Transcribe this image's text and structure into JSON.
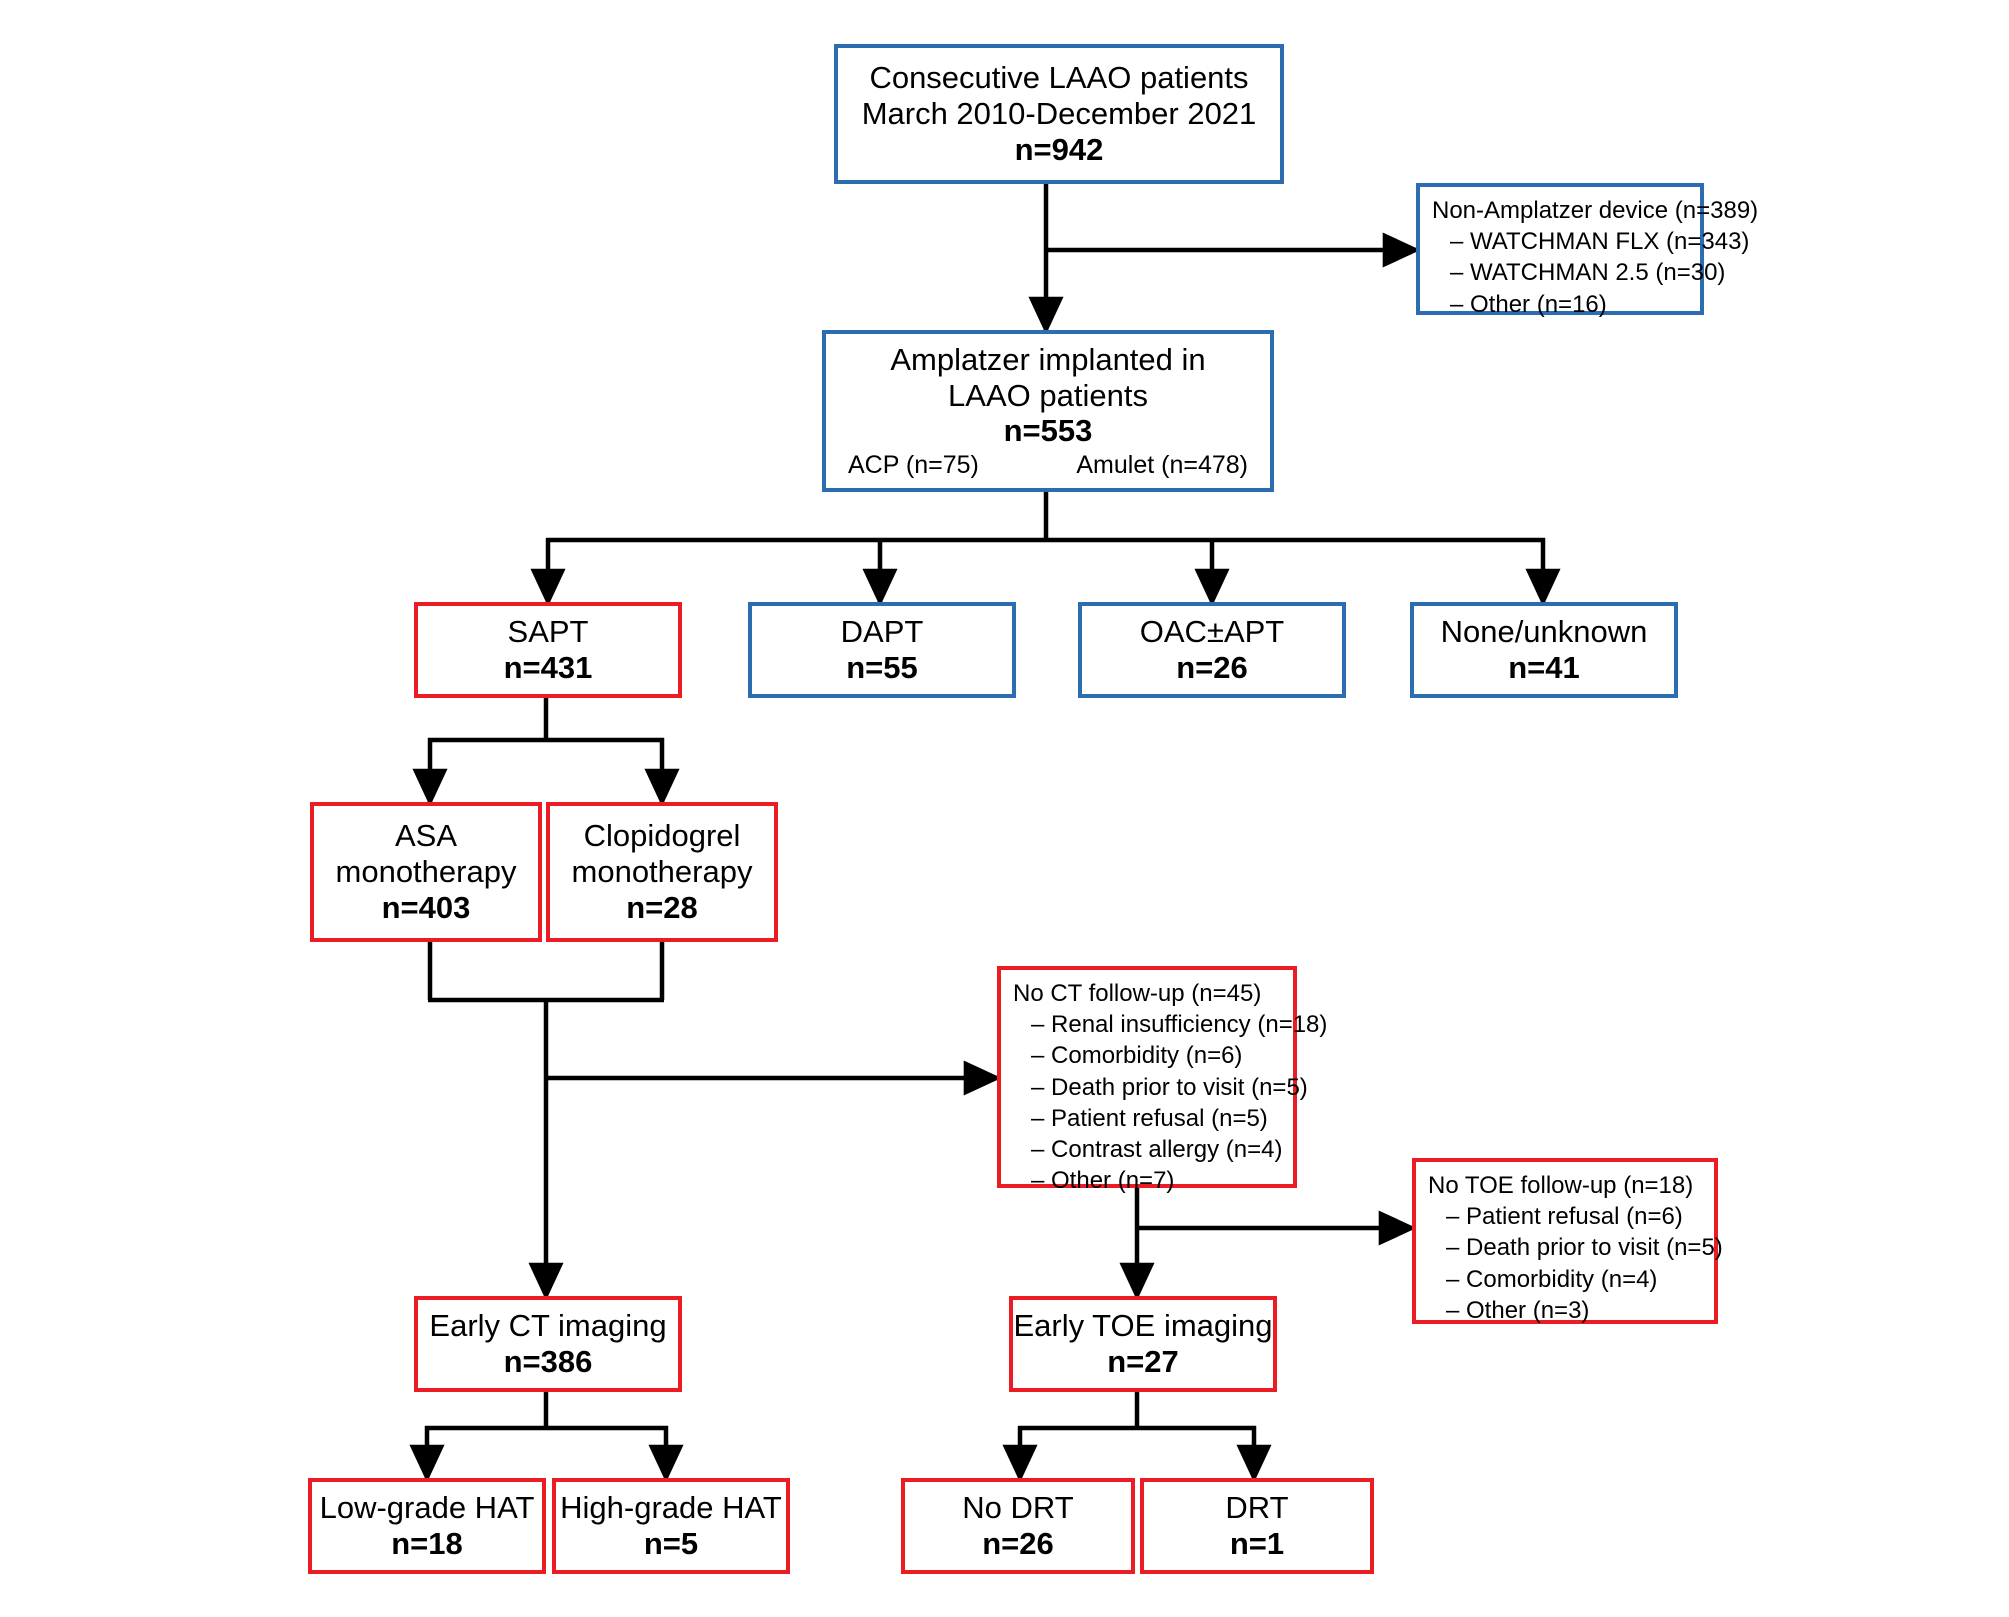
{
  "colors": {
    "blue": "#2c6cb0",
    "red": "#ec1c24",
    "line": "#000000",
    "text": "#000000",
    "background": "#ffffff"
  },
  "chart_data": {
    "type": "diagram",
    "title": "LAAO patient selection and imaging follow-up flowchart",
    "nodes": [
      {
        "id": "consecutive",
        "label": "Consecutive LAAO patients",
        "sublabel": "March 2010-December 2021",
        "n": 942,
        "color": "blue"
      },
      {
        "id": "non_amplatzer",
        "label": "Non-Amplatzer device",
        "n": 389,
        "color": "blue",
        "children": [
          {
            "label": "WATCHMAN FLX",
            "n": 343
          },
          {
            "label": "WATCHMAN 2.5",
            "n": 30
          },
          {
            "label": "Other",
            "n": 16
          }
        ]
      },
      {
        "id": "amplatzer",
        "label": "Amplatzer implanted in LAAO patients",
        "n": 553,
        "color": "blue",
        "breakdown": [
          {
            "label": "ACP",
            "n": 75
          },
          {
            "label": "Amulet",
            "n": 478
          }
        ]
      },
      {
        "id": "sapt",
        "label": "SAPT",
        "n": 431,
        "color": "red"
      },
      {
        "id": "dapt",
        "label": "DAPT",
        "n": 55,
        "color": "blue"
      },
      {
        "id": "oac",
        "label": "OAC±APT",
        "n": 26,
        "color": "blue"
      },
      {
        "id": "none",
        "label": "None/unknown",
        "n": 41,
        "color": "blue"
      },
      {
        "id": "asa",
        "label": "ASA monotherapy",
        "n": 403,
        "color": "red"
      },
      {
        "id": "clopidogrel",
        "label": "Clopidogrel monotherapy",
        "n": 28,
        "color": "red"
      },
      {
        "id": "no_ct",
        "label": "No CT follow-up",
        "n": 45,
        "color": "red",
        "children": [
          {
            "label": "Renal insufficiency",
            "n": 18
          },
          {
            "label": "Comorbidity",
            "n": 6
          },
          {
            "label": "Death prior to visit",
            "n": 5
          },
          {
            "label": "Patient refusal",
            "n": 5
          },
          {
            "label": "Contrast allergy",
            "n": 4
          },
          {
            "label": "Other",
            "n": 7
          }
        ]
      },
      {
        "id": "no_toe",
        "label": "No TOE follow-up",
        "n": 18,
        "color": "red",
        "children": [
          {
            "label": "Patient refusal",
            "n": 6
          },
          {
            "label": "Death prior to visit",
            "n": 5
          },
          {
            "label": "Comorbidity",
            "n": 4
          },
          {
            "label": "Other",
            "n": 3
          }
        ]
      },
      {
        "id": "early_ct",
        "label": "Early CT imaging",
        "n": 386,
        "color": "red"
      },
      {
        "id": "early_toe",
        "label": "Early TOE imaging",
        "n": 27,
        "color": "red"
      },
      {
        "id": "low_hat",
        "label": "Low-grade HAT",
        "n": 18,
        "color": "red"
      },
      {
        "id": "high_hat",
        "label": "High-grade HAT",
        "n": 5,
        "color": "red"
      },
      {
        "id": "no_drt",
        "label": "No DRT",
        "n": 26,
        "color": "red"
      },
      {
        "id": "drt",
        "label": "DRT",
        "n": 1,
        "color": "red"
      }
    ]
  },
  "boxes": {
    "consecutive": {
      "line1": "Consecutive LAAO patients",
      "line2": "March 2010-December 2021",
      "line3": "n=942"
    },
    "non_amplatzer": {
      "line1": "Non-Amplatzer device (n=389)",
      "line2": "– WATCHMAN FLX (n=343)",
      "line3": "– WATCHMAN 2.5 (n=30)",
      "line4": "– Other (n=16)"
    },
    "amplatzer": {
      "line1": "Amplatzer implanted in",
      "line2": "LAAO patients",
      "line3": "n=553",
      "sub_left": "ACP (n=75)",
      "sub_right": "Amulet (n=478)"
    },
    "sapt": {
      "line1": "SAPT",
      "line2": "n=431"
    },
    "dapt": {
      "line1": "DAPT",
      "line2": "n=55"
    },
    "oac": {
      "line1": "OAC±APT",
      "line2": "n=26"
    },
    "none": {
      "line1": "None/unknown",
      "line2": "n=41"
    },
    "asa": {
      "line1": "ASA",
      "line2": "monotherapy",
      "line3": "n=403"
    },
    "clopidogrel": {
      "line1": "Clopidogrel",
      "line2": "monotherapy",
      "line3": "n=28"
    },
    "no_ct": {
      "line1": "No CT follow-up (n=45)",
      "line2": "– Renal insufficiency (n=18)",
      "line3": "– Comorbidity (n=6)",
      "line4": "– Death prior to visit (n=5)",
      "line5": "– Patient refusal (n=5)",
      "line6": "– Contrast allergy (n=4)",
      "line7": "– Other (n=7)"
    },
    "no_toe": {
      "line1": "No TOE follow-up (n=18)",
      "line2": "– Patient refusal (n=6)",
      "line3": "– Death prior to visit (n=5)",
      "line4": "– Comorbidity (n=4)",
      "line5": "– Other (n=3)"
    },
    "early_ct": {
      "line1": "Early CT imaging",
      "line2": "n=386"
    },
    "early_toe": {
      "line1": "Early TOE imaging",
      "line2": "n=27"
    },
    "low_hat": {
      "line1": "Low-grade HAT",
      "line2": "n=18"
    },
    "high_hat": {
      "line1": "High-grade HAT",
      "line2": "n=5"
    },
    "no_drt": {
      "line1": "No DRT",
      "line2": "n=26"
    },
    "drt": {
      "line1": "DRT",
      "line2": "n=1"
    }
  }
}
